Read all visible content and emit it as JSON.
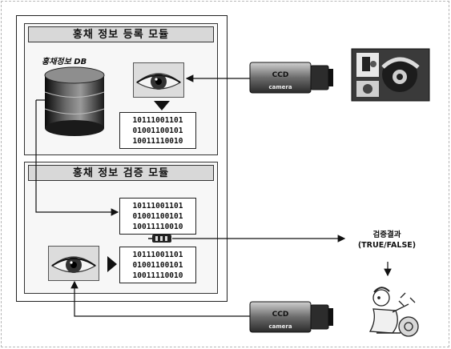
{
  "modules": {
    "registration_title": "홍채 정보 등록 모듈",
    "verification_title": "홍채 정보 검증 모듈"
  },
  "database": {
    "label": "홍채정보 DB"
  },
  "codes": {
    "registered": [
      "10111001101",
      "01001100101",
      "10011110010"
    ],
    "stored": [
      "10111001101",
      "01001100101",
      "10011110010"
    ],
    "captured": [
      "10111001101",
      "01001100101",
      "10011110010"
    ]
  },
  "cameras": {
    "label_line1": "CCD",
    "label_line2": "camera"
  },
  "result": {
    "line1": "검증결과",
    "line2": "(TRUE/FALSE)"
  }
}
